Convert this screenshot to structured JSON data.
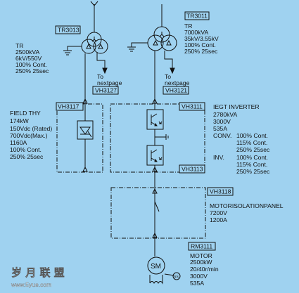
{
  "colors": {
    "background": "#9fd2f0",
    "line": "#111111"
  },
  "tr3013": {
    "tag": "TR3013",
    "lines": [
      "TR",
      "2500kVA",
      "6kV/550V",
      "100% Cont.",
      "250% 25sec"
    ],
    "next": [
      "To",
      "nextpage"
    ]
  },
  "tr3011": {
    "tag": "TR3011",
    "lines": [
      "TR",
      "7000kVA",
      "35kV/3.55kV",
      "100% Cont.",
      "250% 25sec"
    ],
    "next": [
      "To",
      "nextpage"
    ]
  },
  "vh3127": "VH3127",
  "vh3121": "VH3121",
  "vh3117": "VH3117",
  "vh3111": "VH3111",
  "vh3113": "VH3113",
  "vh3118": "VH3118",
  "rm3111": "RM3111",
  "field_thy": [
    "FIELD THY",
    "174kW",
    "150Vdc (Rated)",
    "700Vdc(Max.)",
    "1160A",
    "100% Cont.",
    "250% 25sec"
  ],
  "inverter": {
    "title": "IEGT INVERTER",
    "ratings": [
      "2780kVA",
      "3000V",
      "535A"
    ],
    "conv_label": "CONV.",
    "conv": [
      "100% Cont.",
      "115% Cont.",
      "250% 25sec"
    ],
    "inv_label": "INV.",
    "inv": [
      "100% Cont.",
      "115% Cont.",
      "250% 25sec"
    ]
  },
  "isolation": [
    "MOTORISOLATIONPANEL",
    "7200V",
    "1200A"
  ],
  "motor": {
    "symbol": "SM",
    "lines": [
      "MOTOR",
      "2500kW",
      "20/40r/min",
      "3000V",
      "535A"
    ],
    "speed_sensor": "SS"
  },
  "watermark": {
    "cn": "岁 月 联 盟",
    "url": "www.5yue.com"
  }
}
